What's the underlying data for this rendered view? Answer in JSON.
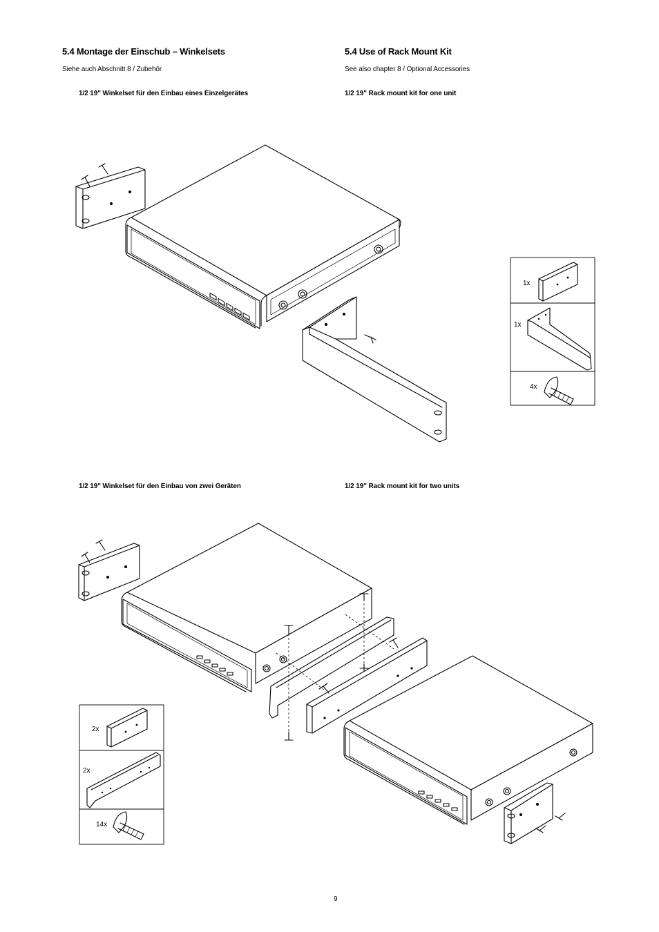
{
  "left": {
    "heading": "5.4  Montage der Einschub – Winkelsets",
    "see_also": "Siehe auch Abschnitt 8 / Zubehör",
    "caption_one": "1/2 19\" Winkelset für den Einbau eines Einzelgerätes",
    "caption_two": "1/2 19\" Winkelset für den Einbau von zwei Geräten"
  },
  "right": {
    "heading": "5.4  Use of Rack Mount Kit",
    "see_also": "See also chapter 8 / Optional Accessories",
    "caption_one": "1/2 19\" Rack mount kit for one unit",
    "caption_two": "1/2 19\" Rack mount kit for two units"
  },
  "kit_one": {
    "short_bracket_qty": "1x",
    "long_bracket_qty": "1x",
    "screw_qty": "4x"
  },
  "kit_two": {
    "short_bracket_qty": "2x",
    "joiner_qty": "2x",
    "screw_qty": "14x"
  },
  "page_number": "9"
}
